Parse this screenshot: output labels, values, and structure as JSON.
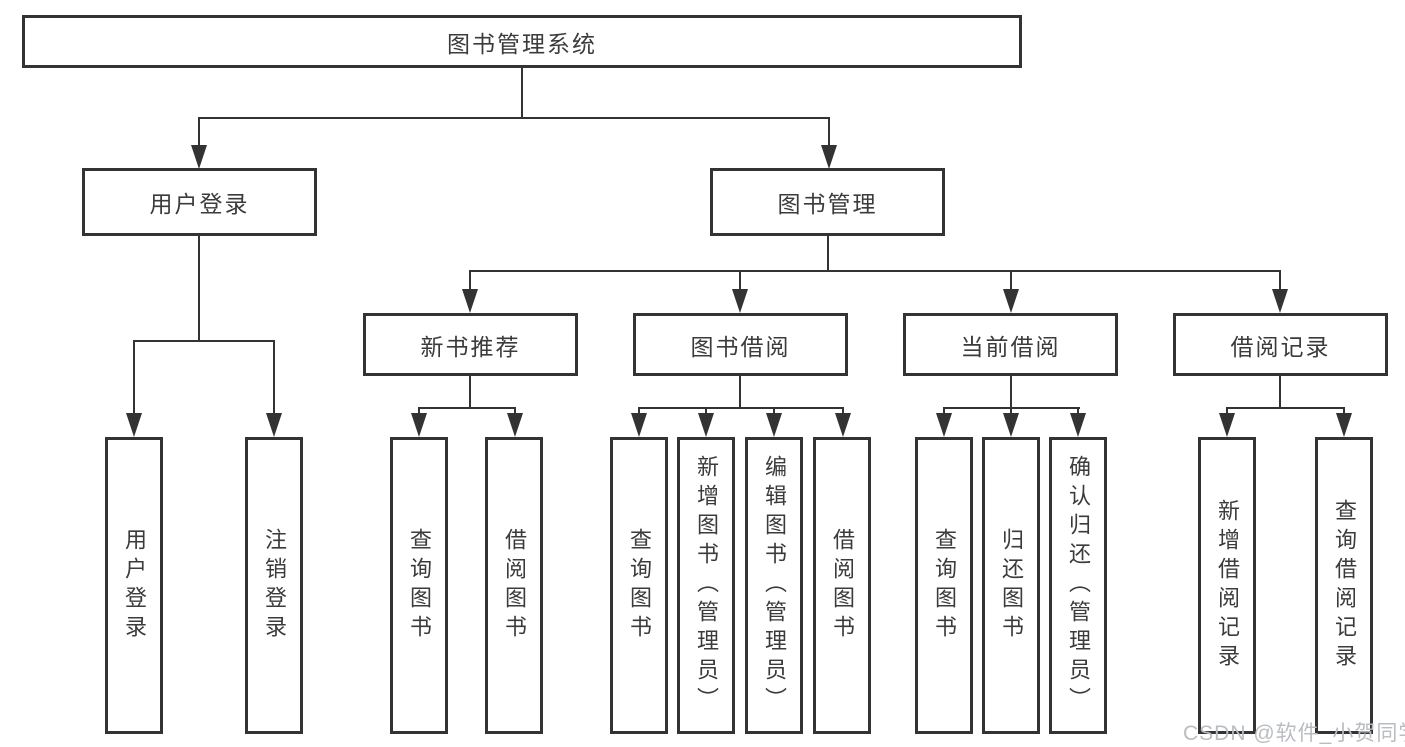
{
  "diagram": {
    "title": "图书管理系统",
    "watermark": "CSDN @软件_小贺同学",
    "colors": {
      "line": "#333333",
      "box_border": "#333333",
      "text": "#3b3b3b",
      "background": "#ffffff",
      "watermark": "#b9bdc2"
    },
    "nodes": {
      "root": "图书管理系统",
      "login": "用户登录",
      "manage": "图书管理",
      "recommend": "新书推荐",
      "borrow": "图书借阅",
      "current": "当前借阅",
      "records": "借阅记录",
      "leaf_user_login": "用户登录",
      "leaf_logout": "注销登录",
      "leaf_rec_query": "查询图书",
      "leaf_rec_borrow": "借阅图书",
      "leaf_bor_query": "查询图书",
      "leaf_bor_add": "新增图书（管理员）",
      "leaf_bor_edit": "编辑图书（管理员）",
      "leaf_bor_borrow": "借阅图书",
      "leaf_cur_query": "查询图书",
      "leaf_cur_return": "归还图书",
      "leaf_cur_confirm": "确认归还（管理员）",
      "leaf_recd_add": "新增借阅记录",
      "leaf_recd_query": "查询借阅记录"
    }
  }
}
